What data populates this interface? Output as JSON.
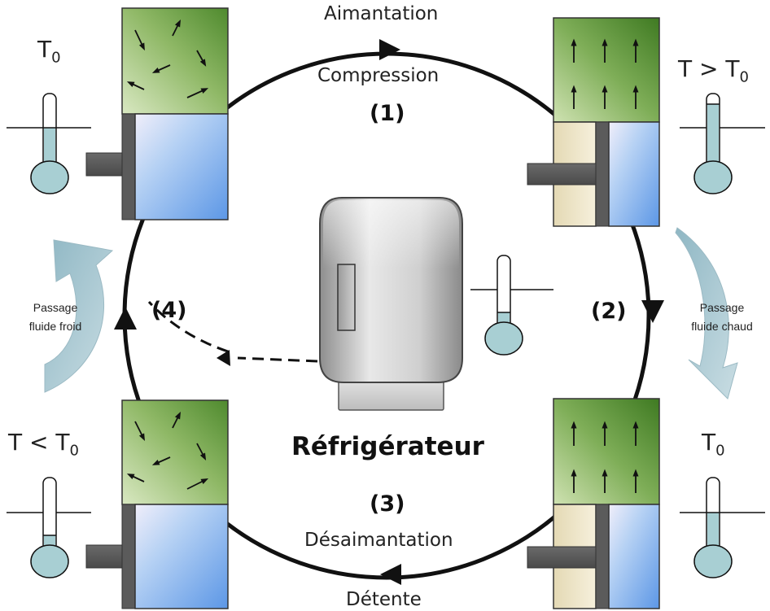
{
  "processes": {
    "top_line1": "Aimantation",
    "top_line2": "Compression",
    "bottom_line1": "Désaimantation",
    "bottom_line2": "Détente"
  },
  "steps": {
    "s1": "(1)",
    "s2": "(2)",
    "s3": "(3)",
    "s4": "(4)"
  },
  "temperatures": {
    "top_left": {
      "main": "T",
      "sub": "0"
    },
    "top_right": {
      "main": "T > T",
      "sub": "0"
    },
    "bottom_left": {
      "main": "T < T",
      "sub": "0"
    },
    "bottom_right": {
      "main": "T",
      "sub": "0"
    }
  },
  "fluids": {
    "cold_line1": "Passage",
    "cold_line2": "fluide froid",
    "hot_line1": "Passage",
    "hot_line2": "fluide chaud"
  },
  "center_title": "Réfrigérateur",
  "colors": {
    "magnet_green_dark": "#4f8a2e",
    "magnet_green_light": "#d6e6bd",
    "gas_blue": "#6ea2e8",
    "hot_fluid_beige": "#ece3c4",
    "cycle_line": "#111111",
    "curved_arrow": "#a7c8d1",
    "thermo_fluid": "#a8cfd3"
  }
}
